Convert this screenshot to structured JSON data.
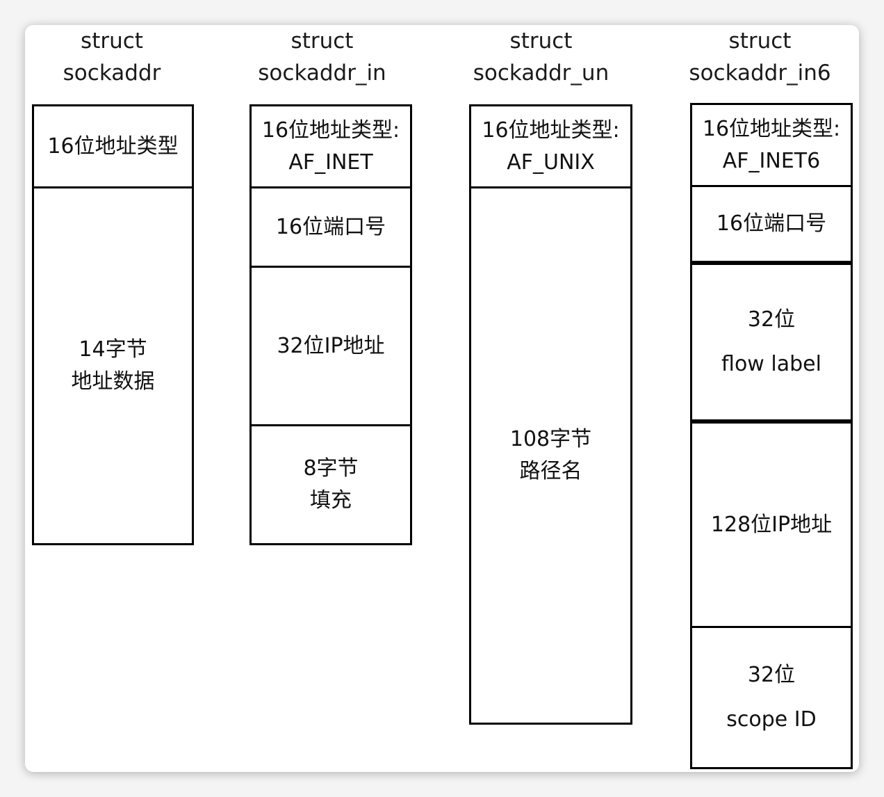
{
  "columns": [
    {
      "title": [
        "struct",
        "sockaddr"
      ],
      "fields": [
        [
          "16位地址类型"
        ],
        [
          "14字节",
          "地址数据"
        ]
      ]
    },
    {
      "title": [
        "struct",
        "sockaddr_in"
      ],
      "fields": [
        [
          "16位地址类型:",
          "AF_INET"
        ],
        [
          "16位端口号"
        ],
        [
          "32位IP地址"
        ],
        [
          "8字节",
          "填充"
        ]
      ]
    },
    {
      "title": [
        "struct",
        "sockaddr_un"
      ],
      "fields": [
        [
          "16位地址类型:",
          "AF_UNIX"
        ],
        [
          "108字节",
          "路径名"
        ]
      ]
    },
    {
      "title": [
        "struct",
        "sockaddr_in6"
      ],
      "fields": [
        [
          "16位地址类型:",
          "AF_INET6"
        ],
        [
          "16位端口号"
        ],
        [
          "32位",
          "flow label"
        ],
        [
          "128位IP地址"
        ],
        [
          "32位",
          "scope ID"
        ]
      ]
    }
  ]
}
